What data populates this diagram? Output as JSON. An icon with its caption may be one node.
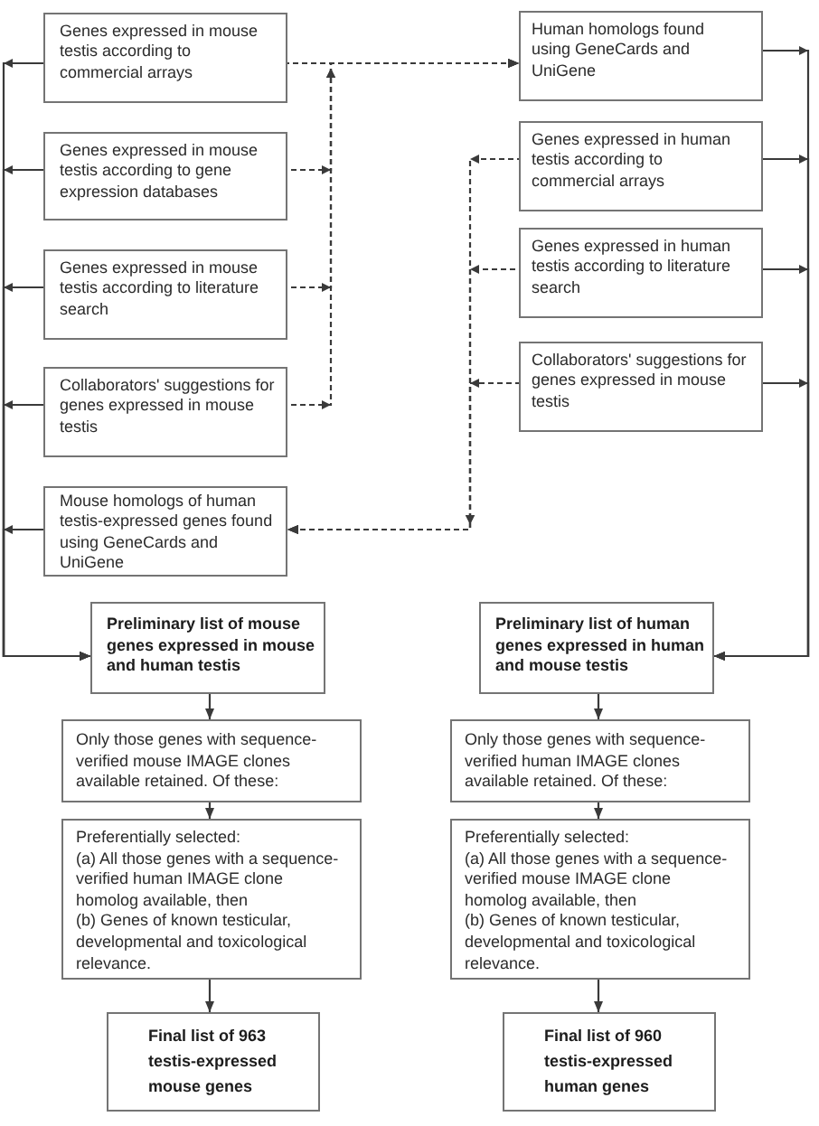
{
  "diagram": {
    "nodes": [
      {
        "text": [
          "Genes expressed in mouse testis according to commercial arrays"
        ]
      },
      {
        "text": [
          "Genes expressed in mouse testis according to gene expression databases"
        ]
      },
      {
        "text": [
          "Genes expressed in mouse testis according to literature search"
        ]
      },
      {
        "text": [
          "Collaborators' suggestions for genes expressed in mouse testis"
        ]
      },
      {
        "text": [
          "Mouse homologs of human testis-expressed genes found using GeneCards and UniGene"
        ]
      },
      {
        "text": [
          "Human homologs found using GeneCards and UniGene"
        ]
      },
      {
        "text": [
          "Genes expressed in human testis according to commercial arrays"
        ]
      },
      {
        "text": [
          "Genes expressed in human testis according to literature search"
        ]
      },
      {
        "text": [
          "Collaborators' suggestions for genes expressed in mouse testis"
        ]
      },
      {
        "text": [
          "Preliminary list of mouse genes expressed in mouse and human testis"
        ]
      },
      {
        "text": [
          "Only those genes with sequence-verified mouse IMAGE clones available retained. Of these:"
        ]
      },
      {
        "text": [
          "Preferentially selected:",
          "(a) All those genes with a sequence-verified human IMAGE clone homolog available, then",
          "(b) Genes of known testicular, developmental and toxicological relevance."
        ]
      },
      {
        "text": [
          "Final list of 963 testis-expressed mouse genes"
        ]
      },
      {
        "text": [
          "Preliminary list of human genes expressed in human and mouse testis"
        ]
      },
      {
        "text": [
          "Only those genes with sequence-verified human IMAGE clones available retained. Of these:"
        ]
      },
      {
        "text": [
          "Preferentially selected:",
          "(a) All those genes with a sequence-verified mouse IMAGE clone homolog available, then",
          "(b) Genes of known testicular, developmental and toxicological relevance."
        ]
      },
      {
        "text": [
          "Final list of 960 testis-expressed human genes"
        ]
      }
    ],
    "edges": [
      {
        "from": 0,
        "to": 9,
        "arrow": "to"
      },
      {
        "from": 1,
        "to": 9,
        "arrow": "to"
      },
      {
        "from": 2,
        "to": 9,
        "arrow": "to"
      },
      {
        "from": 3,
        "to": 9,
        "arrow": "to"
      },
      {
        "from": 4,
        "to": 9,
        "arrow": "to"
      },
      {
        "from": 5,
        "to": 13,
        "arrow": "to"
      },
      {
        "from": 6,
        "to": 13,
        "arrow": "to"
      },
      {
        "from": 7,
        "to": 13,
        "arrow": "to"
      },
      {
        "from": 8,
        "to": 13,
        "arrow": "to"
      },
      {
        "from": 0,
        "to": 5,
        "arrow": "to",
        "style": "dashed"
      },
      {
        "from": 1,
        "to": 5,
        "arrow": "to",
        "style": "dashed"
      },
      {
        "from": 2,
        "to": 5,
        "arrow": "to",
        "style": "dashed"
      },
      {
        "from": 3,
        "to": 5,
        "arrow": "to",
        "style": "dashed"
      },
      {
        "from": 6,
        "to": 4,
        "arrow": "to",
        "style": "dashed"
      },
      {
        "from": 7,
        "to": 4,
        "arrow": "to",
        "style": "dashed"
      },
      {
        "from": 8,
        "to": 4,
        "arrow": "to",
        "style": "dashed"
      },
      {
        "from": 9,
        "to": 10,
        "arrow": "to"
      },
      {
        "from": 10,
        "to": 11,
        "arrow": "to"
      },
      {
        "from": 11,
        "to": 12,
        "arrow": "to"
      },
      {
        "from": 13,
        "to": 14,
        "arrow": "to"
      },
      {
        "from": 14,
        "to": 15,
        "arrow": "to"
      },
      {
        "from": 15,
        "to": 16,
        "arrow": "to"
      }
    ]
  }
}
